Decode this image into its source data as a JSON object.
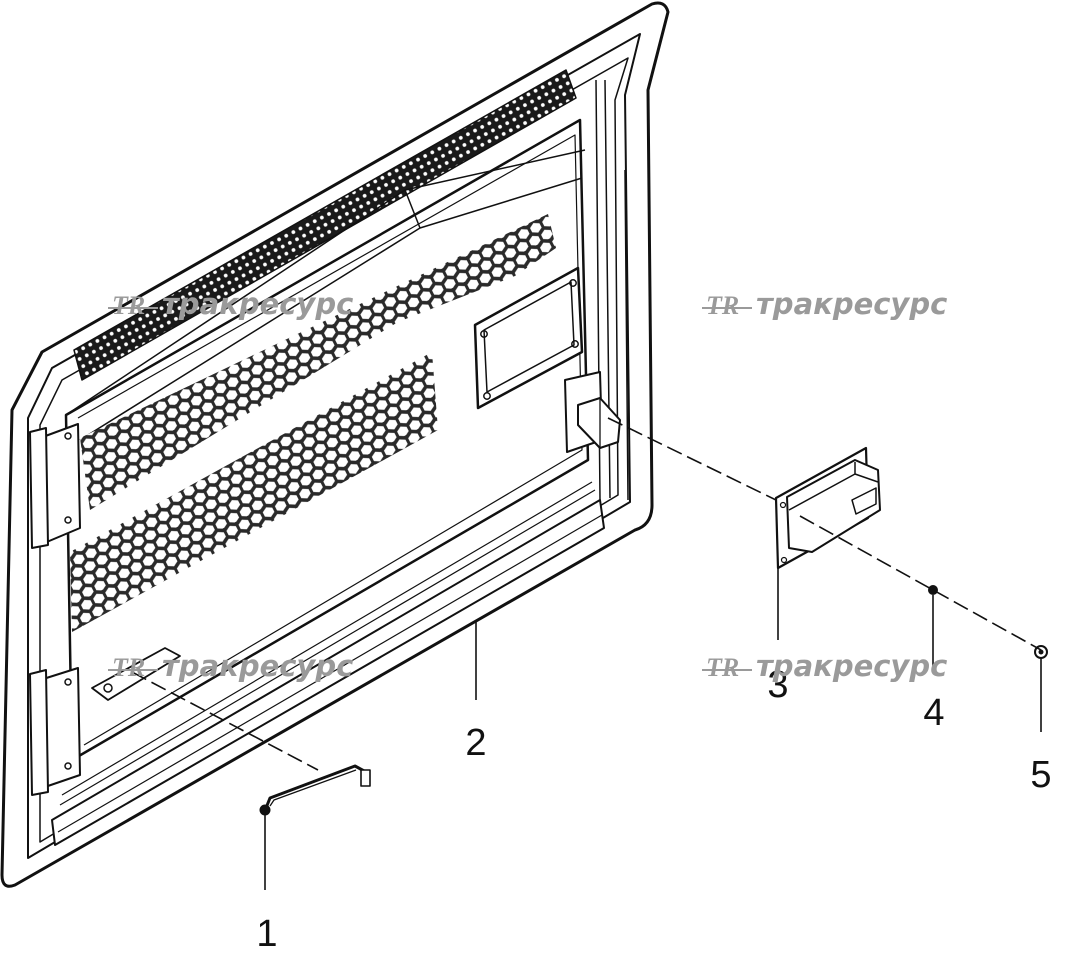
{
  "callouts": [
    "1",
    "2",
    "3",
    "4",
    "5"
  ],
  "watermark": {
    "logo": "TR",
    "text": "тракресурс",
    "color": "#9a9a9a"
  },
  "colors": {
    "line": "#111111",
    "background": "#ffffff",
    "hex_fill": "#ffffff"
  }
}
